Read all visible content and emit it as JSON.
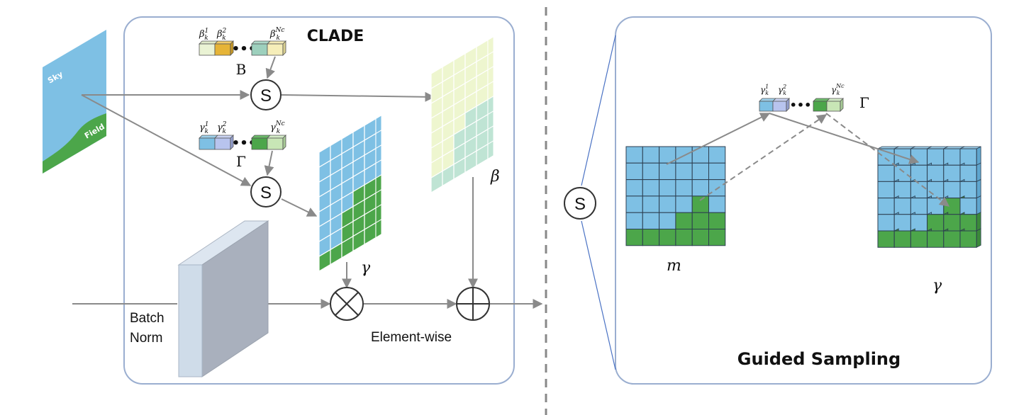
{
  "left_panel": {
    "title": "CLADE",
    "input_labels": {
      "sky": "Sky",
      "field": "Field"
    },
    "beta_bank": {
      "symbol": "B",
      "label_1": "β",
      "sup_1": "1",
      "label_2": "β",
      "sup_2": "2",
      "label_n": "β",
      "sup_n": "Nc",
      "sub": "k"
    },
    "gamma_bank": {
      "symbol": "Γ",
      "label_1": "γ",
      "sup_1": "1",
      "label_2": "γ",
      "sup_2": "2",
      "label_n": "γ",
      "sup_n": "Nc",
      "sub": "k"
    },
    "sampler_symbol": "S",
    "gamma_map_label": "γ",
    "beta_map_label": "β",
    "batch_norm_line1": "Batch",
    "batch_norm_line2": "Norm",
    "element_wise_label": "Element-wise"
  },
  "right_panel": {
    "title": "Guided Sampling",
    "sampler_symbol": "S",
    "bank": {
      "symbol": "Γ",
      "label_1": "γ",
      "sup_1": "1",
      "label_2": "γ",
      "sup_2": "2",
      "label_n": "γ",
      "sup_n": "Nc",
      "sub": "k"
    },
    "mask_label": "m",
    "output_label": "γ"
  },
  "colors": {
    "sky_blue": "#7ec0e4",
    "field_green": "#4ca64a",
    "beta_yellow": "#e6b437",
    "beta_pale": "#eef6cf",
    "beta_teal": "#bfe4d4",
    "gamma_lavender": "#b8c4ee",
    "panel_border": "#9aaed0",
    "arrow_gray": "#8a8a8a",
    "bn_front": "#cfdce9",
    "bn_side": "#a9b0bd"
  }
}
